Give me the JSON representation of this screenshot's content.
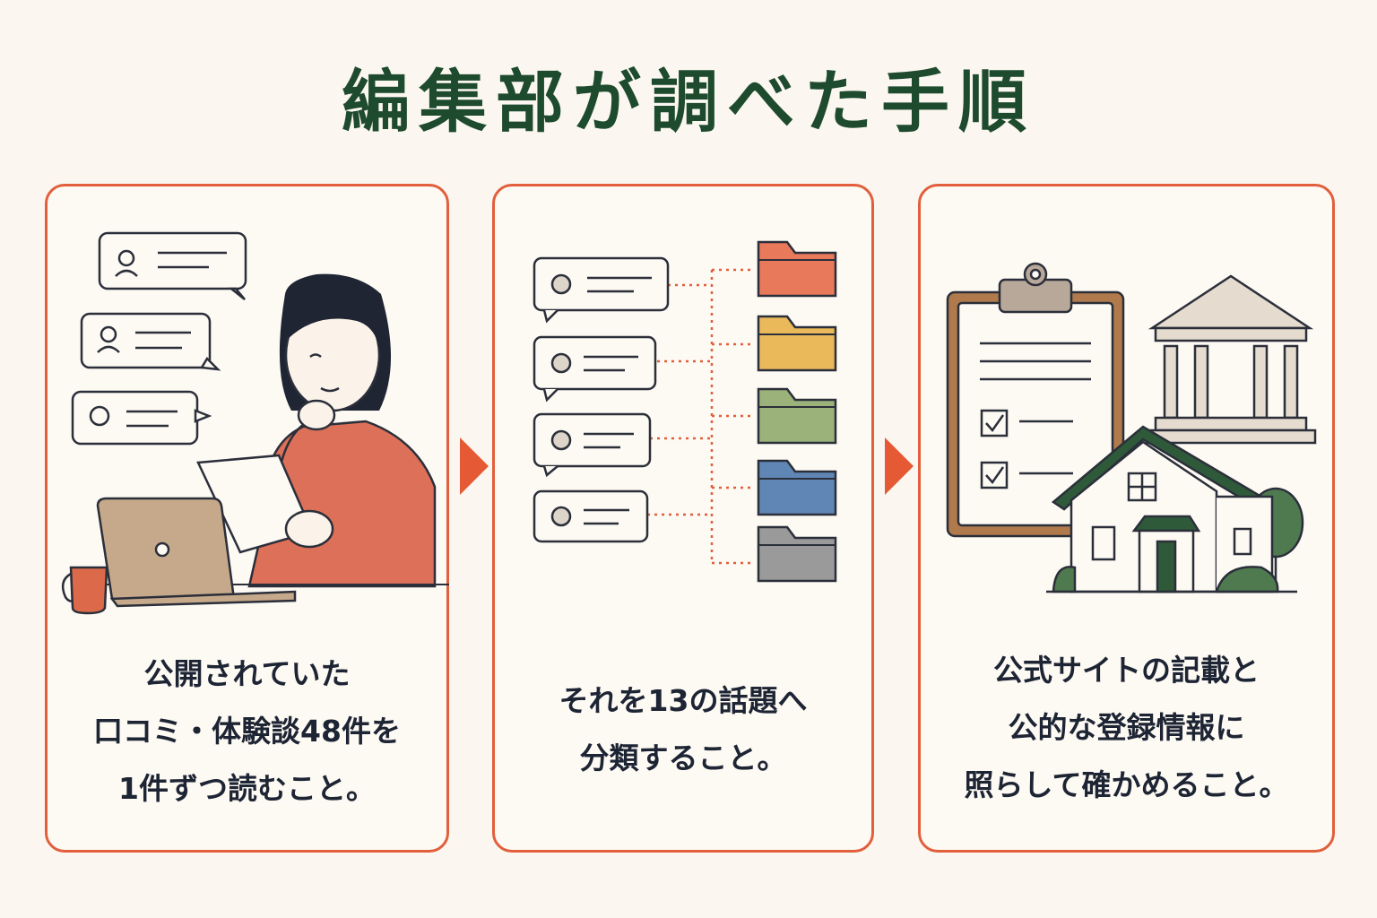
{
  "title": "編集部が調べた手順",
  "steps": [
    {
      "lines": [
        "公開されていた",
        "口コミ・体験談48件を",
        "1件ずつ読むこと。"
      ]
    },
    {
      "lines": [
        "それを13の話題へ",
        "分類すること。"
      ]
    },
    {
      "lines": [
        "公式サイトの記載と",
        "公的な登録情報に",
        "照らして確かめること。"
      ]
    }
  ],
  "icons": {
    "step1": [
      "speech-bubble-icon",
      "person-reading-illustration",
      "laptop-icon",
      "mug-icon",
      "paper-icon"
    ],
    "step2": [
      "review-card-icon",
      "folder-icon"
    ],
    "step3": [
      "clipboard-checklist-icon",
      "government-building-icon",
      "house-icon",
      "tree-icon"
    ]
  },
  "colors": {
    "title": "#1e4a2e",
    "accent": "#e15f3c",
    "text": "#1d2433",
    "background": "#fbf7f0",
    "folders": [
      "#e8795a",
      "#e9b95a",
      "#9bb27a",
      "#5f86b5",
      "#9a9a9a"
    ]
  }
}
